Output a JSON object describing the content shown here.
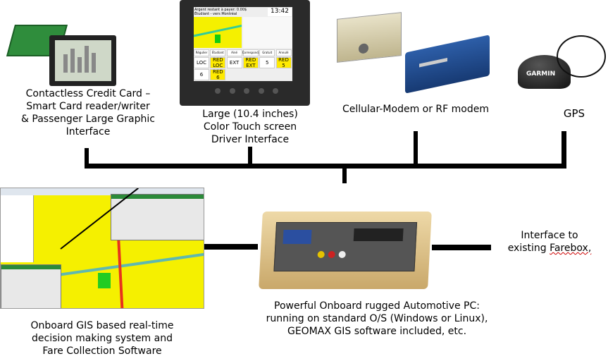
{
  "labels": {
    "card_reader": [
      "Contactless Credit Card –",
      "Smart Card reader/writer",
      "& Passenger Large Graphic",
      "Interface"
    ],
    "touch_screen": [
      "Large (10.4 inches)",
      "Color Touch screen",
      "Driver Interface"
    ],
    "modem": "Cellular-Modem or RF modem",
    "gps": "GPS",
    "farebox": [
      "Interface to",
      "existing",
      "Farebox,"
    ],
    "gis": [
      "Onboard GIS based real-time",
      "decision making system and",
      "Fare Collection Software"
    ],
    "pc": [
      "Powerful Onboard rugged Automotive PC:",
      "running on standard O/S (Windows or Linux),",
      "GEOMAX GIS software included, etc."
    ]
  },
  "touch_screen_ui": {
    "header_line1": "Argent restant à payer: 0.00$",
    "header_line2": "Étudiant - vers Montréal",
    "clock": "13:42",
    "fare_buttons": [
      "Régulier",
      "Étudiant",
      "Ainé",
      "Correspond.",
      "Gratuit",
      "Annulé"
    ],
    "zone_buttons": [
      "LOC",
      "RED LOC",
      "EXT",
      "RED EXT",
      "5",
      "RED 5",
      "6",
      "RED 6"
    ]
  },
  "gps_brand": "GARMIN",
  "colors": {
    "map_yellow": "#f5f000",
    "button_yellow": "#ffea00",
    "route_red": "#e8331c",
    "route_teal": "#5fb8b0"
  }
}
